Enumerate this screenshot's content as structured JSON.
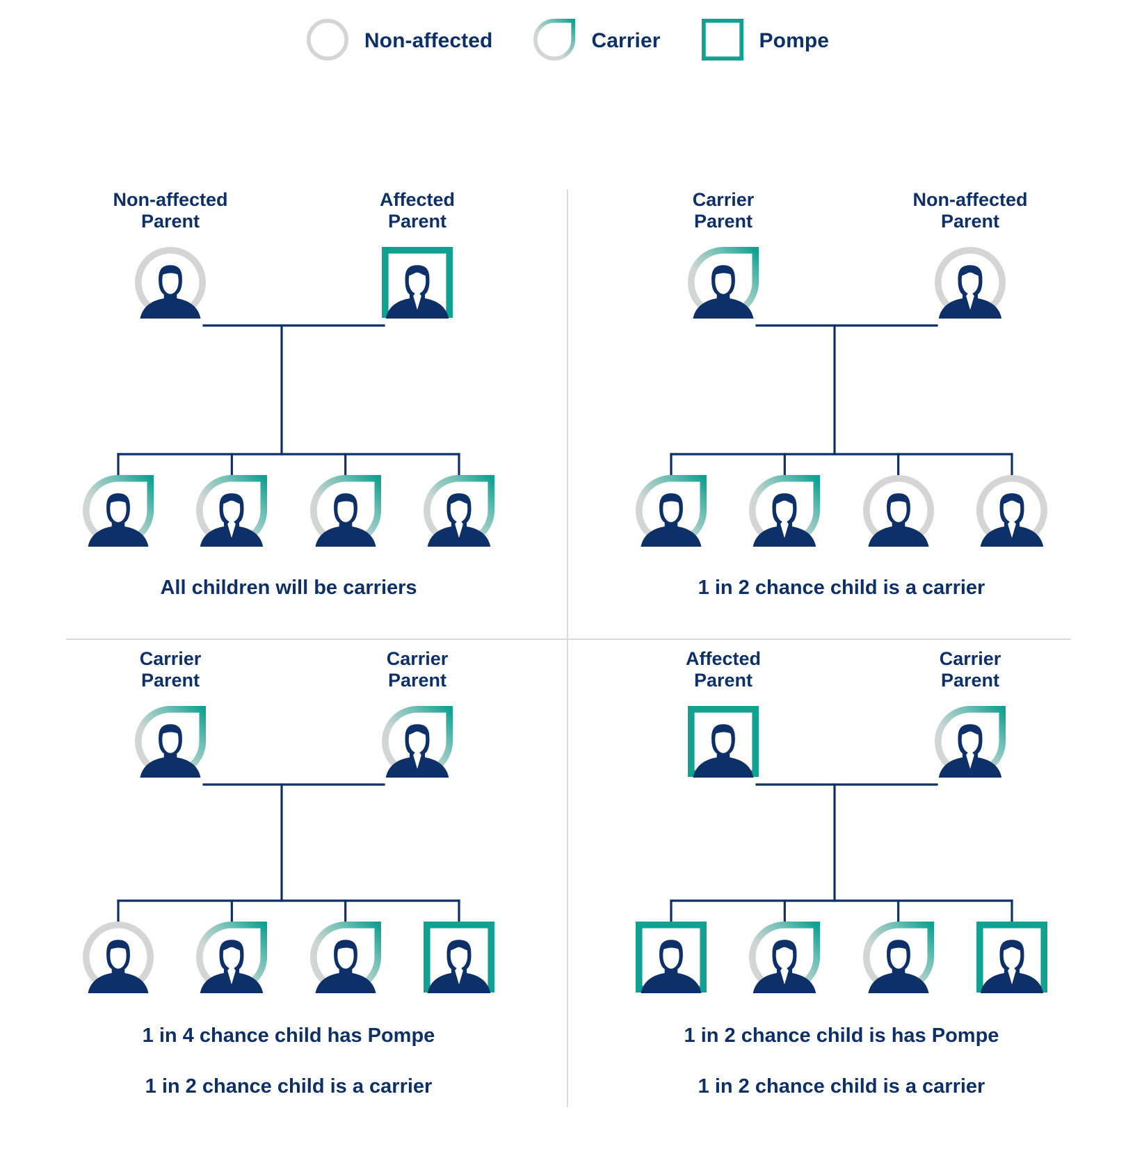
{
  "colors": {
    "navy": "#0d3069",
    "teal": "#11a192",
    "gray": "#d5d5d5",
    "divider": "#d9d9d9",
    "background": "#ffffff"
  },
  "legend": {
    "items": [
      {
        "label": "Non-affected",
        "symbol": "circle",
        "icon_name": "non-affected-circle-icon"
      },
      {
        "label": "Carrier",
        "symbol": "carrier",
        "icon_name": "carrier-teardrop-icon"
      },
      {
        "label": "Pompe",
        "symbol": "square",
        "icon_name": "pompe-square-icon"
      }
    ]
  },
  "quadrants": [
    {
      "id": "quadrant-1",
      "parents": [
        {
          "label": "Non-affected\nParent",
          "status": "non-affected",
          "sex": "male"
        },
        {
          "label": "Affected\nParent",
          "status": "affected",
          "sex": "female"
        }
      ],
      "children": [
        {
          "status": "carrier",
          "sex": "male"
        },
        {
          "status": "carrier",
          "sex": "female"
        },
        {
          "status": "carrier",
          "sex": "male"
        },
        {
          "status": "carrier",
          "sex": "female"
        }
      ],
      "captions": [
        "All children will be carriers"
      ]
    },
    {
      "id": "quadrant-2",
      "parents": [
        {
          "label": "Carrier\nParent",
          "status": "carrier",
          "sex": "male"
        },
        {
          "label": "Non-affected\nParent",
          "status": "non-affected",
          "sex": "female"
        }
      ],
      "children": [
        {
          "status": "carrier",
          "sex": "male"
        },
        {
          "status": "carrier",
          "sex": "female"
        },
        {
          "status": "non-affected",
          "sex": "male"
        },
        {
          "status": "non-affected",
          "sex": "female"
        }
      ],
      "captions": [
        "1 in 2 chance child is a carrier"
      ]
    },
    {
      "id": "quadrant-3",
      "parents": [
        {
          "label": "Carrier\nParent",
          "status": "carrier",
          "sex": "male"
        },
        {
          "label": "Carrier\nParent",
          "status": "carrier",
          "sex": "female"
        }
      ],
      "children": [
        {
          "status": "non-affected",
          "sex": "male"
        },
        {
          "status": "carrier",
          "sex": "female"
        },
        {
          "status": "carrier",
          "sex": "male"
        },
        {
          "status": "affected",
          "sex": "female"
        }
      ],
      "captions": [
        "1 in 4 chance child has Pompe",
        "1 in 2 chance child is a carrier"
      ]
    },
    {
      "id": "quadrant-4",
      "parents": [
        {
          "label": "Affected\nParent",
          "status": "affected",
          "sex": "male"
        },
        {
          "label": "Carrier\nParent",
          "status": "carrier",
          "sex": "female"
        }
      ],
      "children": [
        {
          "status": "affected",
          "sex": "male"
        },
        {
          "status": "carrier",
          "sex": "female"
        },
        {
          "status": "carrier",
          "sex": "male"
        },
        {
          "status": "affected",
          "sex": "female"
        }
      ],
      "captions": [
        "1 in 2 chance child is has Pompe",
        "1 in 2 chance child is a carrier"
      ]
    }
  ]
}
